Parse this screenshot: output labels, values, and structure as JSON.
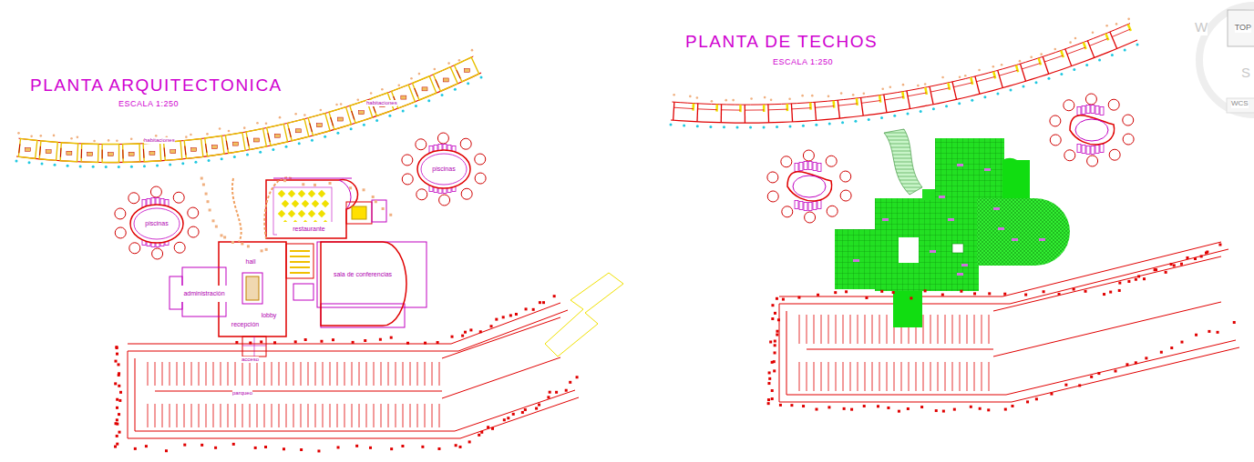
{
  "diagram": {
    "title": "PLANTA ARQUITECTONICA",
    "nodes": [
      {
        "text": [
          "piscinas"
        ]
      },
      {
        "text": [
          "piscinas"
        ]
      },
      {
        "text": [
          "restaurante"
        ]
      },
      {
        "text": [
          "sala de conferencias"
        ]
      },
      {
        "text": [
          "hall"
        ]
      },
      {
        "text": [
          "lobby"
        ]
      },
      {
        "text": [
          "recepción"
        ]
      },
      {
        "text": [
          "administración"
        ]
      }
    ],
    "labels": [
      "ESCALA 1:250",
      "habitaciones",
      "habitaciones",
      "acceso",
      "parqueo",
      "PLANTA DE TECHOS",
      "ESCALA 1:250",
      "W",
      "TOP",
      "S",
      "WCS"
    ]
  }
}
